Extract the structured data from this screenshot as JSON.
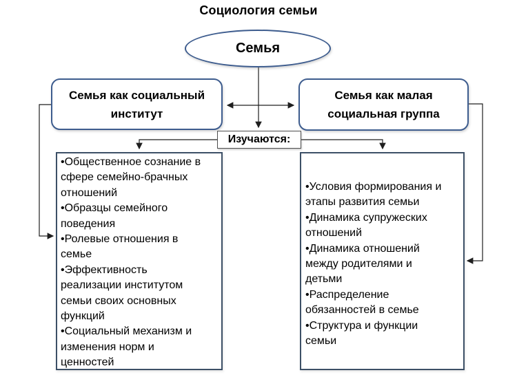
{
  "title": "Социология семьи",
  "root_node": {
    "label": "Семья"
  },
  "left_node": {
    "line1": "Семья как социальный",
    "line2": "институт"
  },
  "right_node": {
    "line1": "Семья как малая",
    "line2": "социальная группа"
  },
  "center_node": {
    "label": "Изучаются:"
  },
  "left_list": {
    "lines": [
      "•Общественное сознание в",
      "сфере семейно-брачных",
      "отношений",
      "•Образцы семейного",
      "поведения",
      "•Ролевые отношения в",
      "семье",
      "•Эффективность",
      "реализации институтом",
      "семьи своих основных",
      "функций",
      "•Социальный механизм и",
      "изменения норм и",
      "ценностей"
    ]
  },
  "right_list": {
    "lines": [
      "•Условия формирования и",
      "этапы развития семьи",
      "•Динамика супружеских",
      "отношений",
      "•Динамика отношений",
      "между родителями и",
      "детьми",
      "•Распределение",
      "обязанностей в семье",
      "•Структура и функции",
      "семьи"
    ]
  },
  "colors": {
    "shape_border": "#3d5c8e",
    "list_border": "#3c4f66",
    "connector": "#1f1f1f",
    "background": "#ffffff",
    "text": "#000000"
  }
}
